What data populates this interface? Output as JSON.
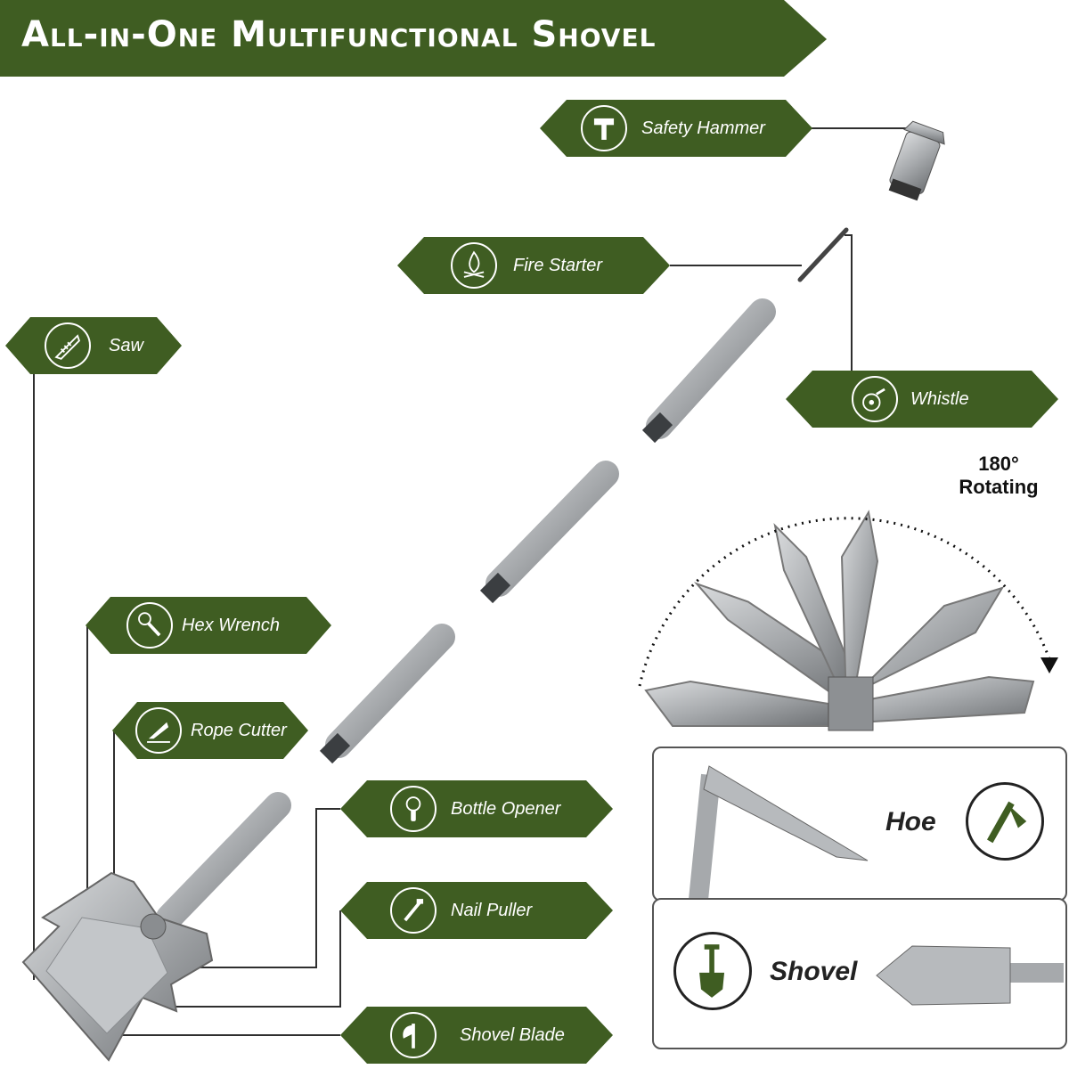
{
  "title": "All-in-One Multifunctional Shovel",
  "colors": {
    "accent": "#3f5d22",
    "metal": "#a6a9ac",
    "line": "#2f2f2f"
  },
  "tools": [
    {
      "label": "Safety Hammer",
      "icon": "hammer-icon"
    },
    {
      "label": "Fire Starter",
      "icon": "fire-icon"
    },
    {
      "label": "Saw",
      "icon": "saw-icon"
    },
    {
      "label": "Whistle",
      "icon": "whistle-icon"
    },
    {
      "label": "Hex Wrench",
      "icon": "wrench-icon"
    },
    {
      "label": "Rope Cutter",
      "icon": "rope-cutter-icon"
    },
    {
      "label": "Bottle Opener",
      "icon": "bottle-opener-icon"
    },
    {
      "label": "Nail Puller",
      "icon": "nail-puller-icon"
    },
    {
      "label": "Shovel Blade",
      "icon": "axe-icon"
    }
  ],
  "rotation": {
    "line1": "180°",
    "line2": "Rotating"
  },
  "modes": [
    {
      "label": "Hoe",
      "icon": "hoe-icon"
    },
    {
      "label": "Shovel",
      "icon": "shovel-icon"
    }
  ]
}
